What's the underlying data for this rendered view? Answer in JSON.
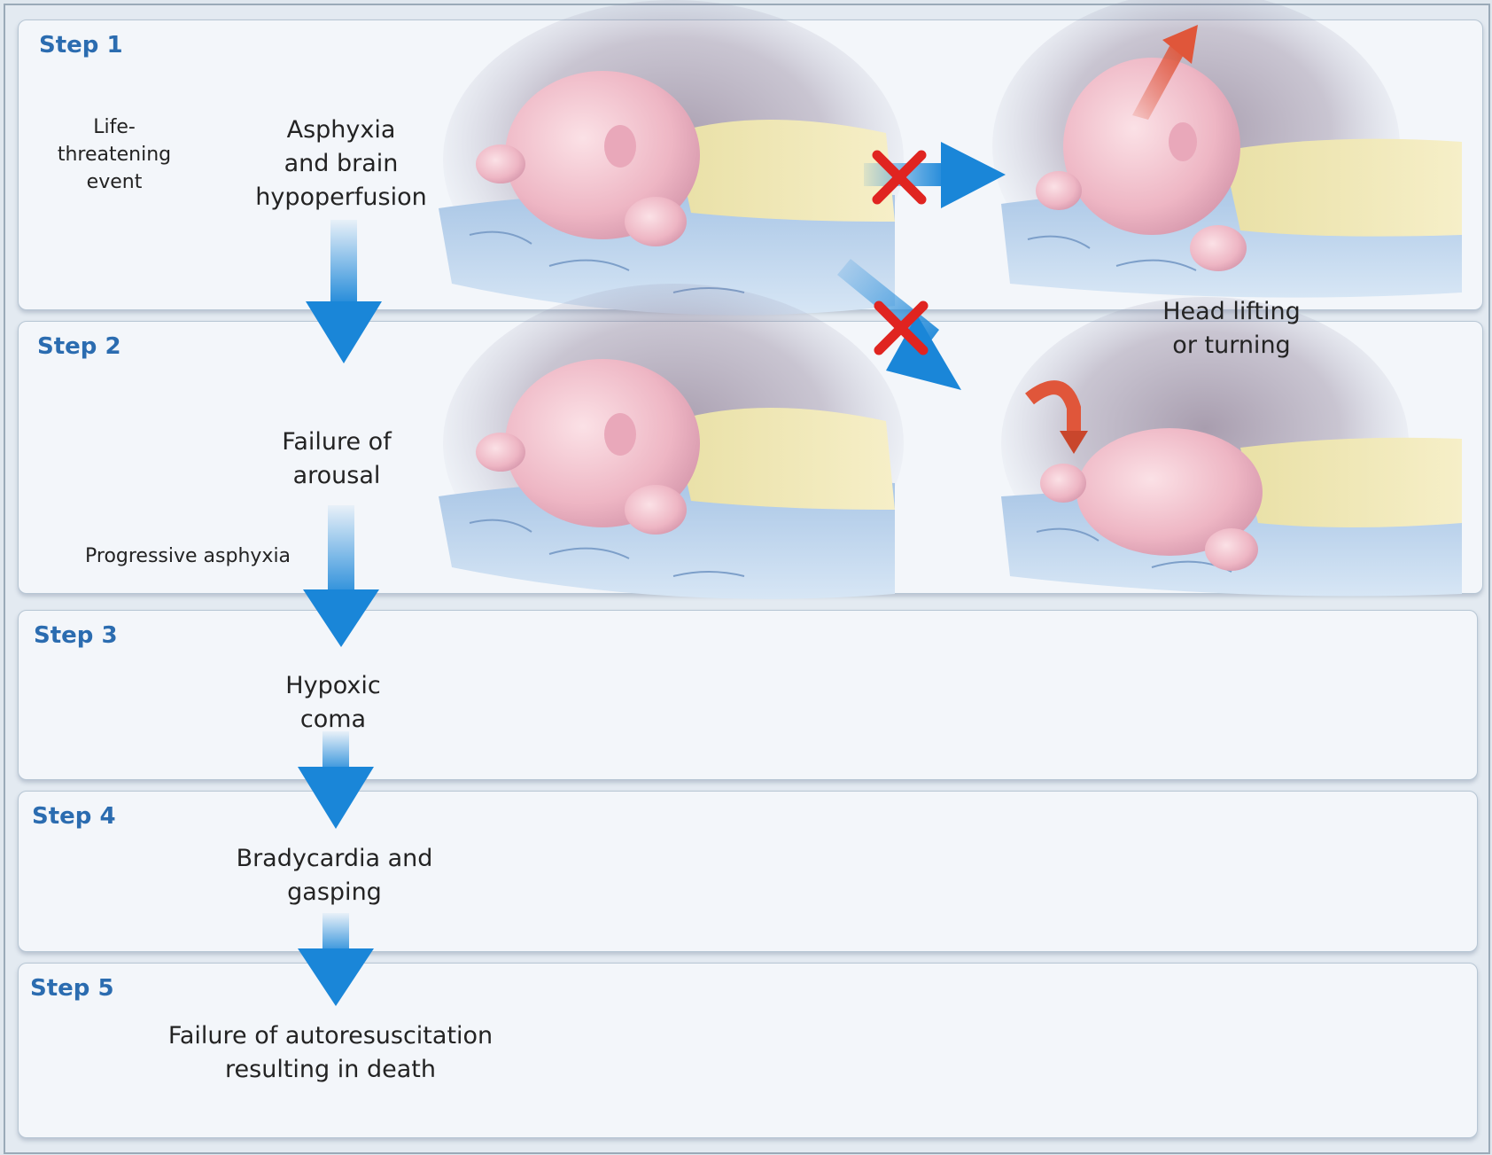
{
  "steps": [
    {
      "label": "Step 1"
    },
    {
      "label": "Step 2"
    },
    {
      "label": "Step 3"
    },
    {
      "label": "Step 4"
    },
    {
      "label": "Step 5"
    }
  ],
  "texts": {
    "life_threatening": "Life-\nthreatening\nevent",
    "asphyxia": "Asphyxia\nand brain\nhypoperfusion",
    "failure_arousal": "Failure of\narousal",
    "progressive": "Progressive asphyxia",
    "hypoxic_coma": "Hypoxic\ncoma",
    "bradycardia": "Bradycardia and\ngasping",
    "failure_auto": "Failure of autoresuscitation\nresulting in death",
    "head_lifting": "Head lifting\nor turning"
  },
  "colors": {
    "arrow_blue": "#1a86d8",
    "cross_red": "#e02420",
    "step_label": "#2b6cb0",
    "red_arrow": "#e0563a"
  },
  "icons": {
    "cross": "x-mark-icon",
    "head_lift": "up-arrow-icon",
    "head_turn": "curved-arrow-icon"
  }
}
